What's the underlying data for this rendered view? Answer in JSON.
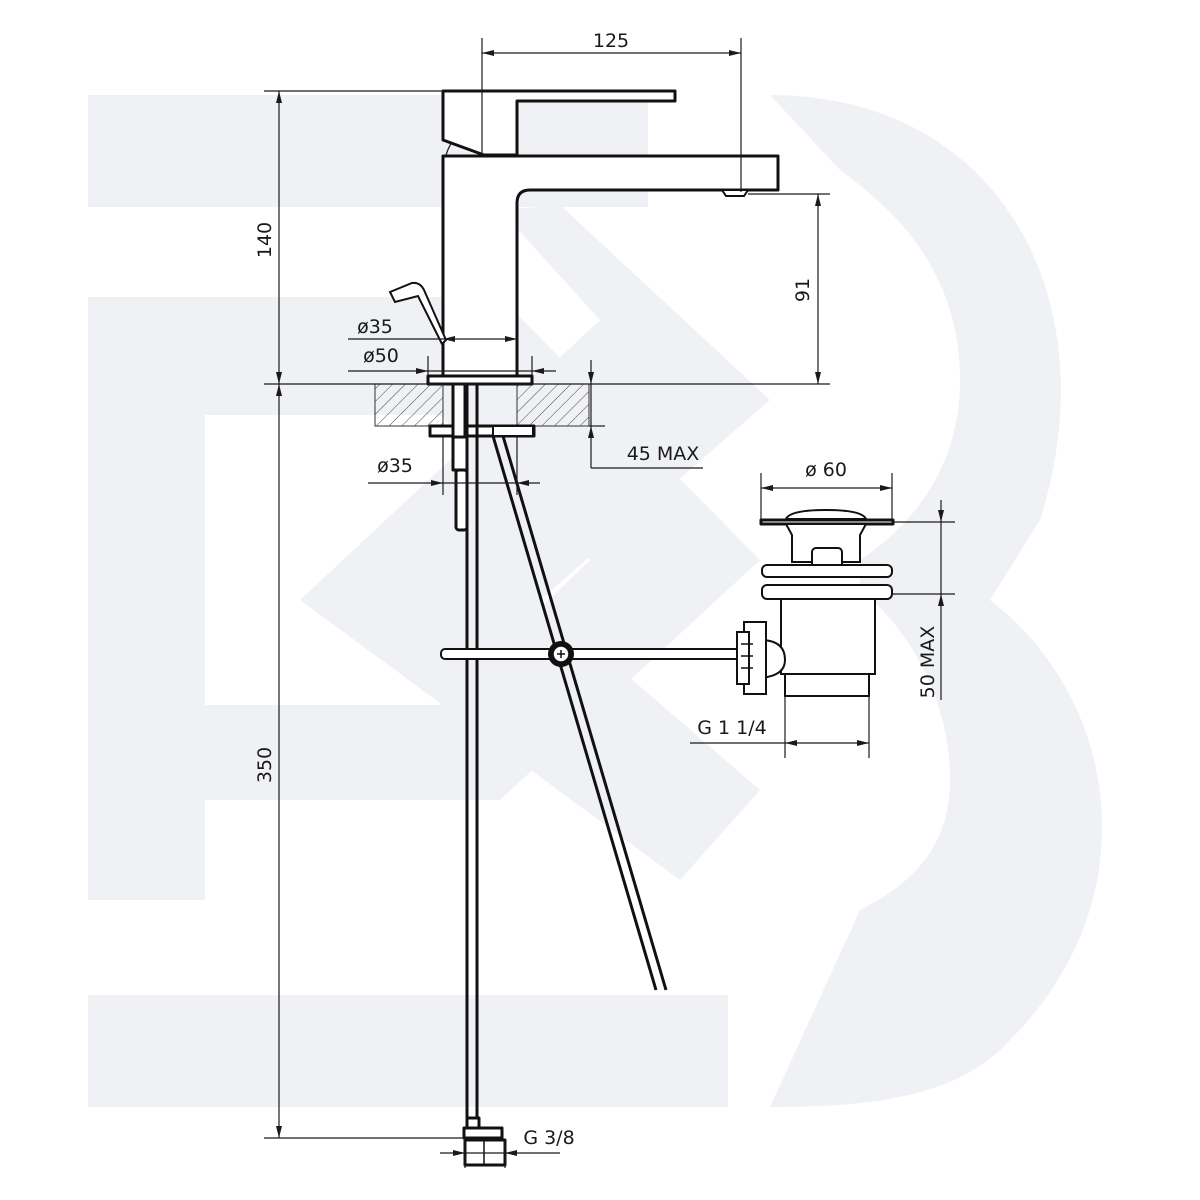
{
  "drawing": {
    "title": "Basin mixer with pop-up waste - technical dimension drawing",
    "colors": {
      "background": "#ffffff",
      "watermark": "#eff1f5",
      "line": "#111111"
    },
    "watermark_icon": "brand-logo-watermark",
    "dimensions": {
      "spout_reach": "125",
      "body_height": "140",
      "spout_height": "91",
      "body_diameter": "ø35",
      "base_diameter": "ø50",
      "shank_diameter": "ø35",
      "deck_thickness": "45 MAX",
      "hose_length": "350",
      "hose_connection": "G 3/8",
      "waste_flange_diameter": "ø 60",
      "waste_thread": "G 1 1/4",
      "waste_deck_thickness": "50 MAX"
    }
  }
}
